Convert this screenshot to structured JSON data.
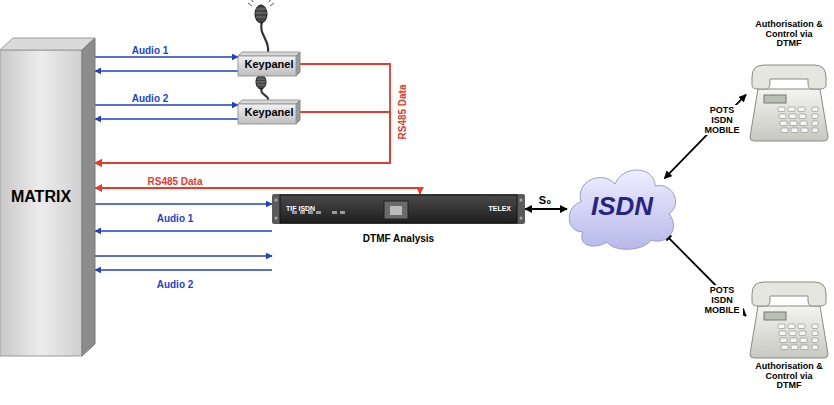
{
  "diagram": {
    "nodes": [
      {
        "text": [
          "MATRIX"
        ]
      },
      {
        "text": [
          "Keypanel"
        ]
      },
      {
        "text": [
          "Keypanel"
        ]
      },
      {
        "text": [
          "TIF ISDN",
          "TELEX",
          "DTMF Analysis"
        ]
      },
      {
        "text": [
          "ISDN"
        ]
      },
      {
        "text": [
          "Authorisation & Control via DTMF"
        ]
      },
      {
        "text": [
          "Authorisation & Control via DTMF"
        ]
      }
    ],
    "edges": [
      {
        "from": 0,
        "to": 1,
        "arrow": "to",
        "label": "Audio 1"
      },
      {
        "from": 1,
        "to": 0,
        "arrow": "to"
      },
      {
        "from": 0,
        "to": 2,
        "arrow": "to",
        "label": "Audio 2"
      },
      {
        "from": 2,
        "to": 0,
        "arrow": "to"
      },
      {
        "from": 1,
        "to": 0,
        "arrow": "to",
        "label": "RS485 Data"
      },
      {
        "from": 2,
        "to": 0,
        "arrow": "to"
      },
      {
        "from": 0,
        "to": 3,
        "arrow": "both",
        "label": "RS485 Data"
      },
      {
        "from": 0,
        "to": 3,
        "arrow": "to",
        "label": "Audio 1"
      },
      {
        "from": 3,
        "to": 0,
        "arrow": "to"
      },
      {
        "from": 0,
        "to": 3,
        "arrow": "to",
        "label": "Audio 2"
      },
      {
        "from": 3,
        "to": 0,
        "arrow": "to"
      },
      {
        "from": 3,
        "to": 4,
        "arrow": "both",
        "label": "S₀"
      },
      {
        "from": 4,
        "to": 5,
        "arrow": "both",
        "label": "POTS ISDN MOBILE"
      },
      {
        "from": 4,
        "to": 6,
        "arrow": "both",
        "label": "POTS ISDN MOBILE"
      }
    ]
  }
}
